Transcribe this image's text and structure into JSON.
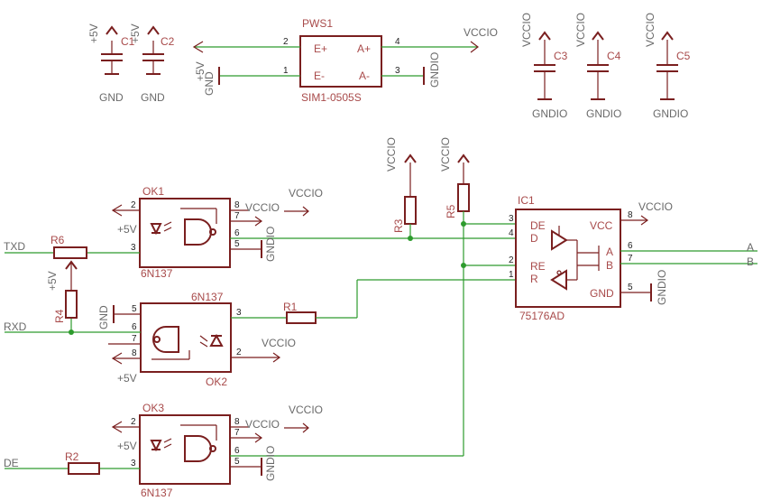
{
  "colors": {
    "part": "#7a1f1f",
    "wire": "#2d9b2d",
    "text": "#a84a4a",
    "net": "#6a6a6a"
  },
  "labels": {
    "pws1": {
      "name": "PWS1",
      "value": "SIM1-0505S",
      "ep": "E+",
      "em": "E-",
      "ap": "A+",
      "am": "A-"
    },
    "ok1": {
      "name": "OK1",
      "value": "6N137"
    },
    "ok2": {
      "name": "6N137",
      "value": "OK2"
    },
    "ok3": {
      "name": "OK3",
      "value": "6N137"
    },
    "ic1": {
      "name": "IC1",
      "value": "75176AD",
      "de": "DE",
      "d": "D",
      "re": "RE",
      "r": "R",
      "vcc": "VCC",
      "gnd": "GND",
      "a": "A",
      "b": "B"
    },
    "caps": {
      "c1": "C1",
      "c2": "C2",
      "c3": "C3",
      "c4": "C4",
      "c5": "C5"
    },
    "resistors": {
      "r1": "R1",
      "r2": "R2",
      "r3": "R3",
      "r4": "R4",
      "r5": "R5",
      "r6": "R6"
    },
    "power": {
      "vccio": "VCCIO",
      "gndio": "GNDIO",
      "gnd": "GND",
      "p5v": "+5V"
    },
    "nets": {
      "txd": "TXD",
      "rxd": "RXD",
      "de": "DE",
      "a": "A",
      "b": "B"
    },
    "pins": {
      "p1": "1",
      "p2": "2",
      "p3": "3",
      "p4": "4",
      "p5": "5",
      "p6": "6",
      "p7": "7",
      "p8": "8"
    }
  }
}
